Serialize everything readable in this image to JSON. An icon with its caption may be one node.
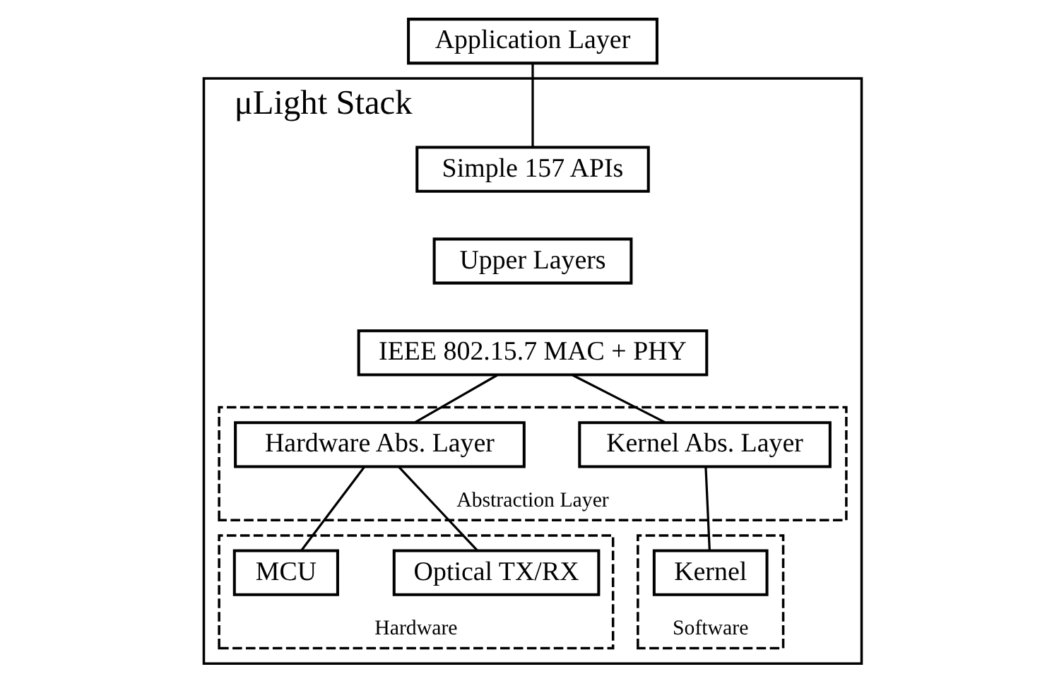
{
  "diagram": {
    "nodes": [
      {
        "text": [
          "Application Layer"
        ]
      },
      {
        "text": [
          "μLight Stack"
        ]
      },
      {
        "text": [
          "Simple 157 APIs"
        ],
        "in": 1
      },
      {
        "text": [
          "Upper Layers"
        ],
        "in": 1
      },
      {
        "text": [
          "IEEE 802.15.7 MAC + PHY"
        ],
        "in": 1
      },
      {
        "text": [
          "Abstraction Layer"
        ],
        "in": 1
      },
      {
        "text": [
          "Hardware Abs. Layer"
        ],
        "in": 5
      },
      {
        "text": [
          "Kernel Abs. Layer"
        ],
        "in": 5
      },
      {
        "text": [
          "Hardware"
        ],
        "in": 1
      },
      {
        "text": [
          "Optical TX/RX"
        ],
        "in": 8
      },
      {
        "text": [
          "MCU"
        ],
        "in": 8
      },
      {
        "text": [
          "Software"
        ],
        "in": 1
      },
      {
        "text": [
          "Kernel"
        ],
        "in": 11
      }
    ],
    "edges": [
      {
        "from": 0,
        "to": 2,
        "arrow": "none"
      },
      {
        "from": 4,
        "to": 6,
        "arrow": "none"
      },
      {
        "from": 4,
        "to": 7,
        "arrow": "none"
      },
      {
        "from": 6,
        "to": 9,
        "arrow": "none"
      },
      {
        "from": 6,
        "to": 10,
        "arrow": "none"
      },
      {
        "from": 7,
        "to": 12,
        "arrow": "none"
      }
    ]
  }
}
